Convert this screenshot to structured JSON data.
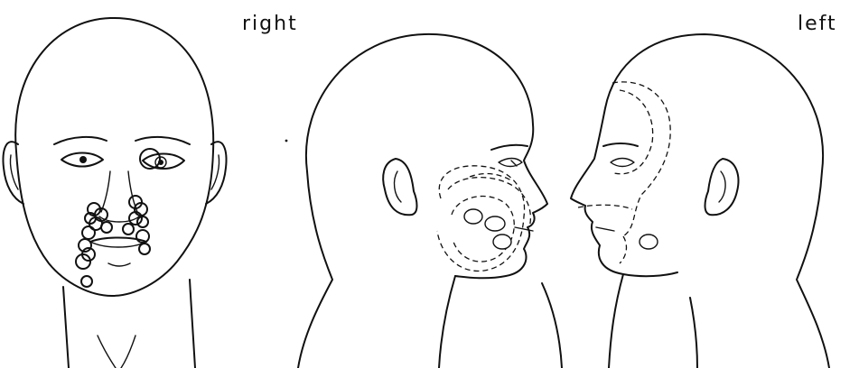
{
  "labels": {
    "right": "right",
    "left": "left"
  },
  "views": [
    {
      "id": "frontal",
      "description_icon": "head-frontal-icon"
    },
    {
      "id": "right-profile",
      "description_icon": "head-right-profile-icon"
    },
    {
      "id": "left-profile",
      "description_icon": "head-left-profile-icon"
    }
  ]
}
